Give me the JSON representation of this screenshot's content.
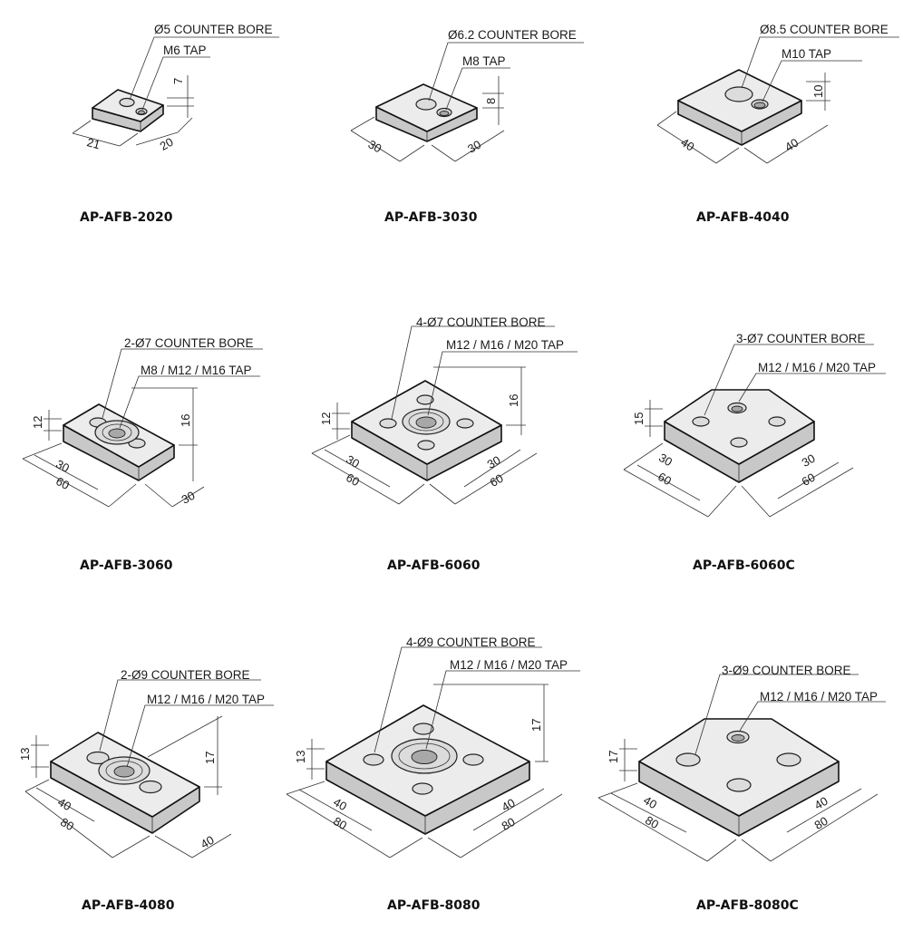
{
  "colors": {
    "plate_top": "#ececec",
    "plate_side": "#c8c8c8",
    "plate_dark": "#9a9a9a",
    "hole": "#dcdcdc",
    "hole_inner": "#a8a8a8",
    "line": "#222222"
  },
  "items": [
    {
      "name": "AP-AFB-2020",
      "bore": "Ø5 COUNTER BORE",
      "tap": "M6 TAP",
      "dims": [
        "21",
        "20",
        "7"
      ]
    },
    {
      "name": "AP-AFB-3030",
      "bore": "Ø6.2 COUNTER BORE",
      "tap": "M8 TAP",
      "dims": [
        "30",
        "30",
        "8"
      ]
    },
    {
      "name": "AP-AFB-4040",
      "bore": "Ø8.5 COUNTER BORE",
      "tap": "M10 TAP",
      "dims": [
        "40",
        "40",
        "10"
      ]
    },
    {
      "name": "AP-AFB-3060",
      "bore": "2-Ø7 COUNTER BORE",
      "tap": "M8 / M12 / M16 TAP",
      "dims": [
        "12",
        "16",
        "30",
        "60",
        "30"
      ]
    },
    {
      "name": "AP-AFB-6060",
      "bore": "4-Ø7 COUNTER BORE",
      "tap": "M12 / M16 / M20 TAP",
      "dims": [
        "12",
        "16",
        "30",
        "60",
        "30",
        "60"
      ]
    },
    {
      "name": "AP-AFB-6060C",
      "bore": "3-Ø7 COUNTER BORE",
      "tap": "M12 / M16 / M20 TAP",
      "dims": [
        "15",
        "30",
        "60",
        "30",
        "60"
      ]
    },
    {
      "name": "AP-AFB-4080",
      "bore": "2-Ø9 COUNTER BORE",
      "tap": "M12 / M16 / M20 TAP",
      "dims": [
        "13",
        "17",
        "40",
        "80",
        "40"
      ]
    },
    {
      "name": "AP-AFB-8080",
      "bore": "4-Ø9 COUNTER BORE",
      "tap": "M12 /  M16 / M20 TAP",
      "dims": [
        "13",
        "17",
        "40",
        "80",
        "40",
        "80"
      ]
    },
    {
      "name": "AP-AFB-8080C",
      "bore": "3-Ø9 COUNTER BORE",
      "tap": "M12 / M16 / M20 TAP",
      "dims": [
        "17",
        "40",
        "80",
        "40",
        "80"
      ]
    }
  ]
}
